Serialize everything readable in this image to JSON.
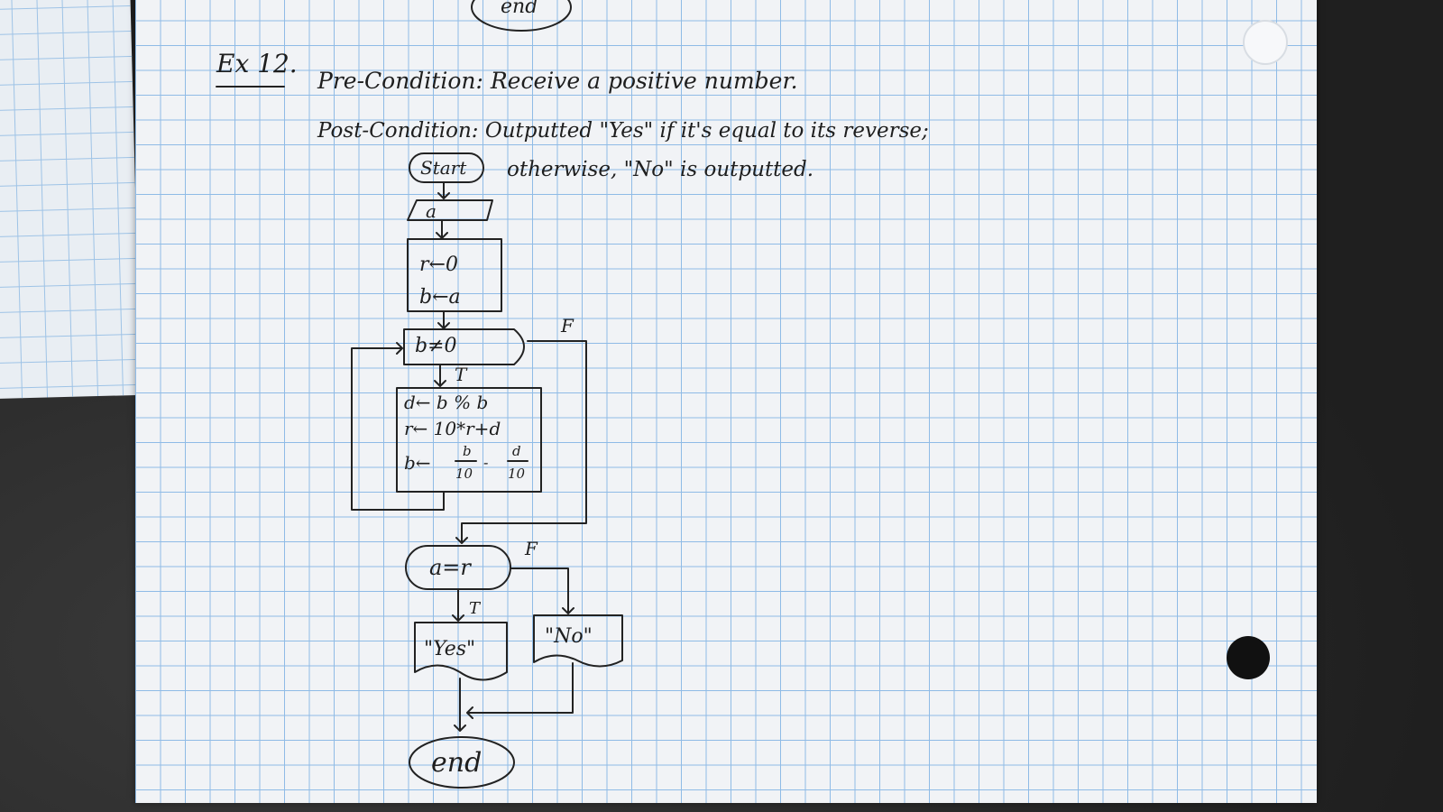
{
  "header": {
    "exercise": "Ex 12.",
    "pre_condition": "Pre-Condition: Receive a positive number.",
    "post_condition_line1": "Post-Condition: Outputted \"Yes\" if it's equal to its reverse;",
    "post_condition_line2": "otherwise, \"No\" is outputted.",
    "top_fragment": "end"
  },
  "flowchart": {
    "start": "Start",
    "input": "a",
    "init1": "r←0",
    "init2": "b←a",
    "loop_condition": "b≠0",
    "loop_true": "T",
    "loop_false": "F",
    "body1": "d← b % b",
    "body2": "r← 10*r+d",
    "body3_prefix": "b←",
    "body3_frac1_num": "b",
    "body3_frac1_den": "10",
    "body3_minus": "-",
    "body3_frac2_num": "d",
    "body3_frac2_den": "10",
    "compare_condition": "a=r",
    "compare_true": "T",
    "compare_false": "F",
    "output_yes": "\"Yes\"",
    "output_no": "\"No\"",
    "end": "end"
  }
}
